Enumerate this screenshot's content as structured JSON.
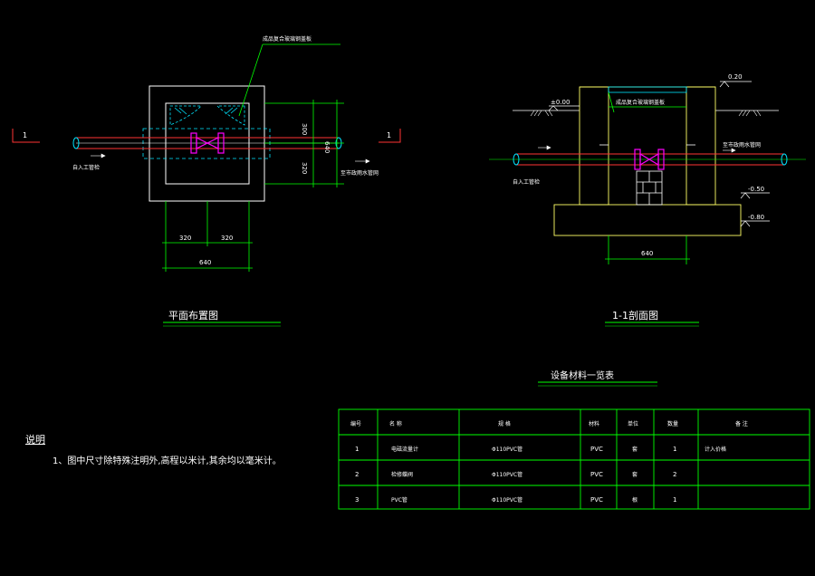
{
  "plan": {
    "section_mark": "1",
    "section_mark_right": "1",
    "leader_label": "成品复合玻璃钢盖板",
    "pipe_in_label": "自入工管检",
    "pipe_out_label": "至市政雨水管网",
    "dim_top": "300",
    "dim_bottom": "320",
    "dim_total_v": "640",
    "dim_left": "320",
    "dim_right": "320",
    "dim_total_h": "640",
    "title": "平面布置图"
  },
  "section": {
    "elev_top": "0.20",
    "elev_ground": "±0.00",
    "elev_mid": "-0.50",
    "elev_bottom": "-0.80",
    "leader_label": "成品复合玻璃钢盖板",
    "pipe_in_label": "自入工管检",
    "pipe_out_label": "至市政雨水管网",
    "dim_width": "640",
    "title": "1-1剖面图"
  },
  "table": {
    "title": "设备材料一览表",
    "headers": [
      "编号",
      "名  称",
      "规    格",
      "材料",
      "单位",
      "数量",
      "备    注"
    ],
    "rows": [
      [
        "1",
        "电磁流量计",
        "Φ110PVC管",
        "PVC",
        "套",
        "1",
        "计入价格"
      ],
      [
        "2",
        "检修蝶阀",
        "Φ110PVC管",
        "PVC",
        "套",
        "2",
        ""
      ],
      [
        "3",
        "PVC管",
        "Φ110PVC管",
        "PVC",
        "根",
        "1",
        ""
      ]
    ]
  },
  "notes": {
    "title": "说明",
    "items": [
      "1、图中尺寸除特殊注明外,高程以米计,其余均以毫米计。"
    ]
  },
  "colors": {
    "background": "#000000",
    "outline": "#ffffff",
    "dimension": "#00ff00",
    "pipe": "#ff3333",
    "valve": "#ff00ff",
    "hatch": "#00e5ff",
    "wall": "#ffff66"
  }
}
